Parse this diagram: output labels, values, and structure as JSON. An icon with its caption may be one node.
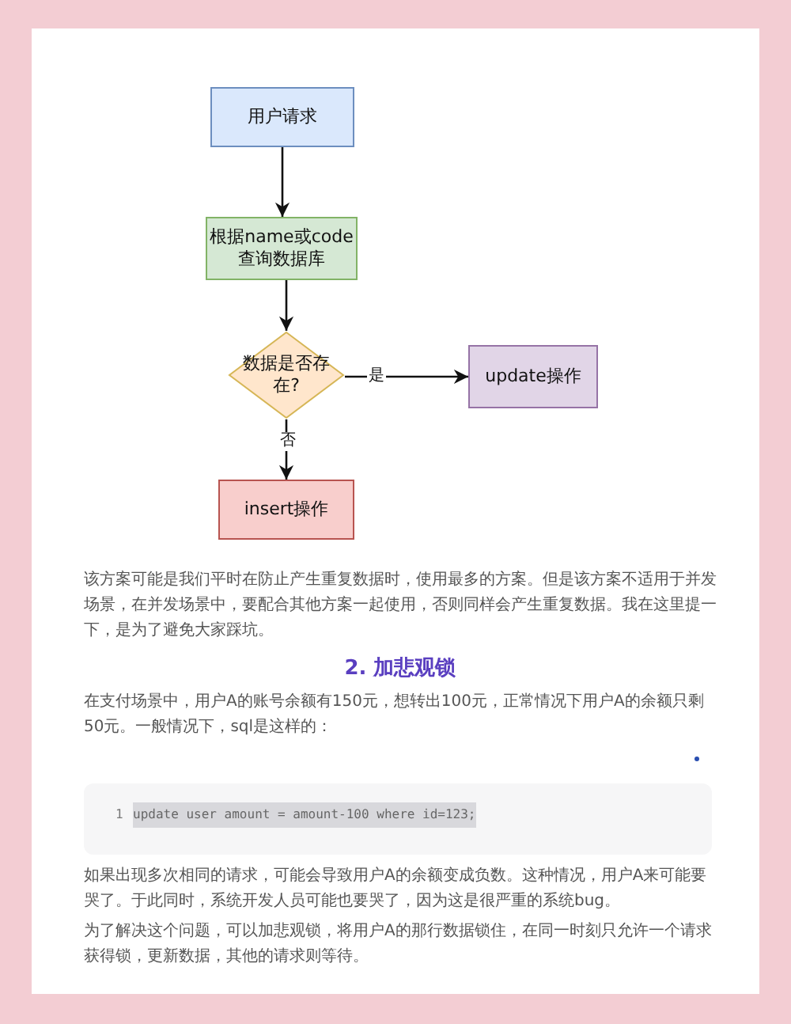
{
  "diagram": {
    "nodes": [
      {
        "text": [
          "用户请求"
        ]
      },
      {
        "text": [
          "根据name或code 查询数据库"
        ]
      },
      {
        "text": [
          "数据是否存在?"
        ]
      },
      {
        "text": [
          "update操作"
        ]
      },
      {
        "text": [
          "insert操作"
        ]
      }
    ],
    "edges": [
      {
        "from": 0,
        "to": 1,
        "arrow": "to"
      },
      {
        "from": 1,
        "to": 2,
        "arrow": "to"
      },
      {
        "from": 2,
        "to": 3,
        "arrow": "to",
        "label": "是"
      },
      {
        "from": 2,
        "to": 4,
        "arrow": "to",
        "label": "否"
      }
    ],
    "labels": [
      "该方案可能是我们平时在防止产生重复数据时，使用最多的方案。但是该方案不适用于并发场景，在并发场景中，要配合其他方案一起使用，否则同样会产生重复数据。我在这里提一下，是为了避免大家踩坑。",
      "2. 加悲观锁",
      "在支付场景中，用户A的账号余额有150元，想转出100元，正常情况下用户A的余额只剩50元。一般情况下，sql是这样的：",
      "1",
      "update user amount = amount-100 where id=123;",
      "如果出现多次相同的请求，可能会导致用户A的余额变成负数。这种情况，用户A来可能要哭了。于此同时，系统开发人员可能也要哭了，因为这是很严重的系统bug。",
      "为了解决这个问题，可以加悲观锁，将用户A的那行数据锁住，在同一时刻只允许一个请求获得锁，更新数据，其他的请求则等待。"
    ]
  }
}
